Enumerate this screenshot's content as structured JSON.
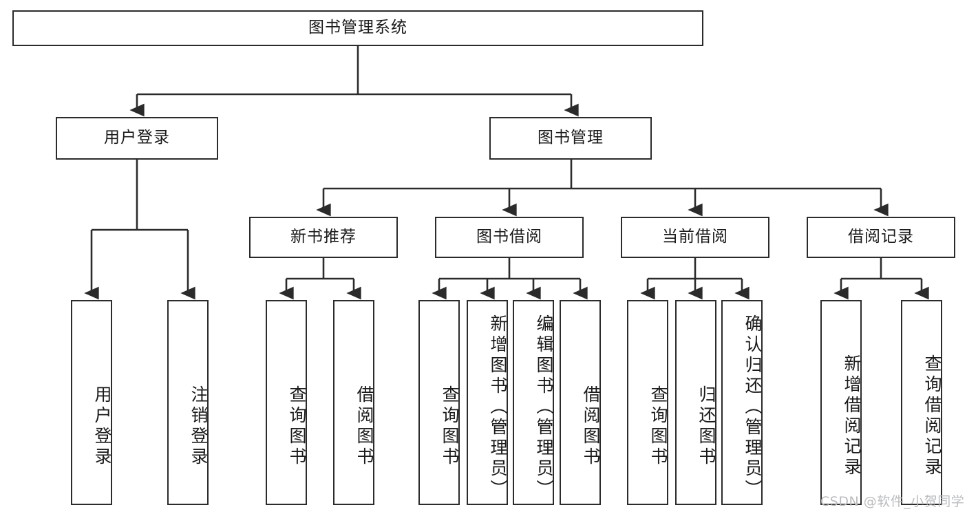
{
  "diagram": {
    "title": "图书管理系统",
    "root": {
      "label": "图书管理系统"
    },
    "level2": [
      {
        "label": "用户登录"
      },
      {
        "label": "图书管理"
      }
    ],
    "level3": [
      {
        "label": "新书推荐"
      },
      {
        "label": "图书借阅"
      },
      {
        "label": "当前借阅"
      },
      {
        "label": "借阅记录"
      }
    ],
    "leaves": {
      "user_login": [
        {
          "label": "用户登录"
        },
        {
          "label": "注销登录"
        }
      ],
      "new_book_recommend": [
        {
          "label": "查询图书"
        },
        {
          "label": "借阅图书"
        }
      ],
      "book_borrow": [
        {
          "label": "查询图书"
        },
        {
          "label": "新增图书（管理员）"
        },
        {
          "label": "编辑图书（管理员）"
        },
        {
          "label": "借阅图书"
        }
      ],
      "current_borrow": [
        {
          "label": "查询图书"
        },
        {
          "label": "归还图书"
        },
        {
          "label": "确认归还（管理员）"
        }
      ],
      "borrow_record": [
        {
          "label": "新增借阅记录"
        },
        {
          "label": "查询借阅记录"
        }
      ]
    }
  },
  "watermark": {
    "text": "CSDN @软件_小贺同学"
  },
  "colors": {
    "line": "#2b2b2b",
    "box_border": "#2b2b2b",
    "box_fill": "#ffffff",
    "text": "#1a1a1a",
    "watermark": "#b9bcc0"
  }
}
